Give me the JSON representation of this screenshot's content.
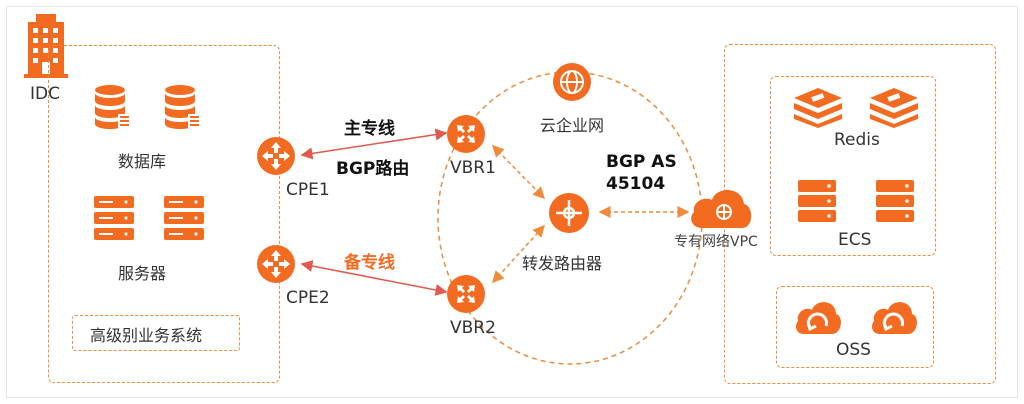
{
  "idc": {
    "label": "IDC"
  },
  "idc_items": {
    "database": "数据库",
    "server": "服务器",
    "business": "高级别业务系统"
  },
  "routers": {
    "cpe1": "CPE1",
    "cpe2": "CPE2",
    "vbr1": "VBR1",
    "vbr2": "VBR2",
    "transit": "转发路由器"
  },
  "links": {
    "primary": "主专线",
    "bgp_route": "BGP路由",
    "backup": "备专线"
  },
  "cen": {
    "label": "云企业网"
  },
  "bgp_as": {
    "line1": "BGP AS",
    "line2": "45104"
  },
  "vpc": {
    "label": "专有网络VPC"
  },
  "vpc_items": {
    "redis": "Redis",
    "ecs": "ECS",
    "oss": "OSS"
  },
  "colors": {
    "accent": "#f26b21",
    "dashed": "#f08a3c",
    "solid_link": "#e05a4f"
  }
}
